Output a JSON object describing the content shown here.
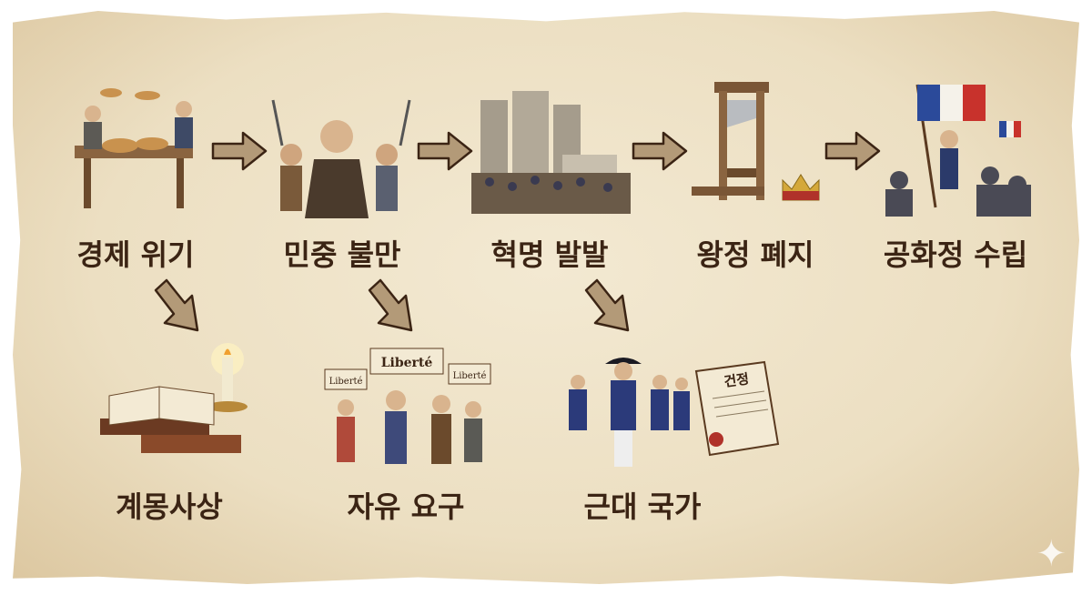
{
  "top_row": [
    {
      "label": "경제 위기",
      "icon": "bread-riot-illustration"
    },
    {
      "label": "민중 불만",
      "icon": "angry-crowd-illustration"
    },
    {
      "label": "혁명 발발",
      "icon": "bastille-storming-illustration"
    },
    {
      "label": "왕정 폐지",
      "icon": "guillotine-crown-illustration"
    },
    {
      "label": "공화정 수립",
      "icon": "french-flag-assembly-illustration"
    }
  ],
  "bottom_row": [
    {
      "label": "계몽사상",
      "icon": "books-candle-illustration"
    },
    {
      "label": "자유 요구",
      "icon": "liberty-protest-illustration",
      "banners": [
        "Liberté",
        "Liberté",
        "Liberté"
      ]
    },
    {
      "label": "근대 국가",
      "icon": "napoleon-soldiers-constitution-illustration",
      "document_title": "건정"
    }
  ],
  "colors": {
    "parchment": "#ecdfc2",
    "text": "#3b2414",
    "arrow": "#b39a78",
    "arrow_stroke": "#3b2414",
    "flag_blue": "#2b4a9a",
    "flag_red": "#c8322c"
  }
}
